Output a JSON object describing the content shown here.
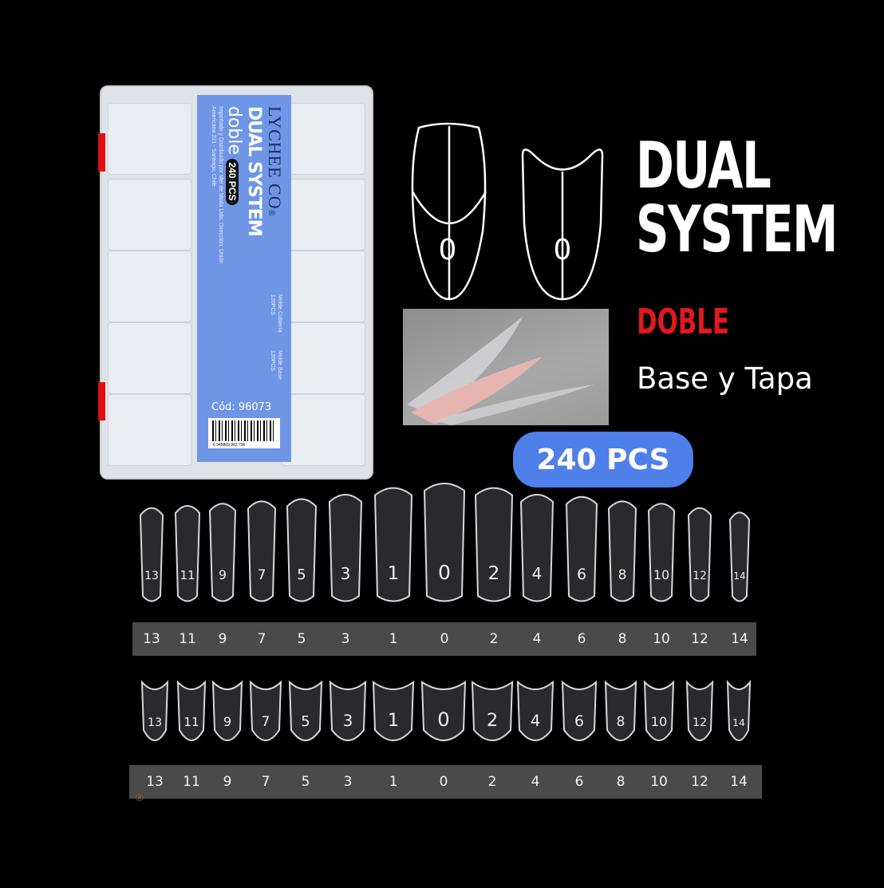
{
  "product_box": {
    "brand": "LYCHEE CO",
    "registered_mark": "®",
    "product_name": "DUAL SYSTEM",
    "variant": "doble",
    "count_badge": "240 PCS",
    "importer_text": "Importado y Distribuido por Mei de Moda Ltda. Dirección: Unión Americana 221 - Santiago, Chile",
    "diagram_label_1": "Molde Cubierta 120PCS",
    "diagram_label_2": "Molde Base 120PCS",
    "code": "Cód: 96073",
    "barcode_digits": "6 945869 962 736"
  },
  "diagram": {
    "top_number": "0",
    "base_number": "0"
  },
  "headline": {
    "line1": "DUAL",
    "line2": "SYSTEM",
    "subtitle": "DOBLE",
    "tagline": "Base y Tapa"
  },
  "badge": {
    "label": "240 PCS",
    "color": "#4f7fe8"
  },
  "size_rows": {
    "top": [
      "13",
      "11",
      "9",
      "7",
      "5",
      "3",
      "1",
      "0",
      "2",
      "4",
      "6",
      "8",
      "10",
      "12",
      "14"
    ],
    "bottom": [
      "13",
      "11",
      "9",
      "7",
      "5",
      "3",
      "1",
      "0",
      "2",
      "4",
      "6",
      "8",
      "10",
      "12",
      "14"
    ]
  },
  "corner_mark": "®",
  "colors": {
    "accent_red": "#e0191c",
    "label_blue": "#6f96e6"
  }
}
